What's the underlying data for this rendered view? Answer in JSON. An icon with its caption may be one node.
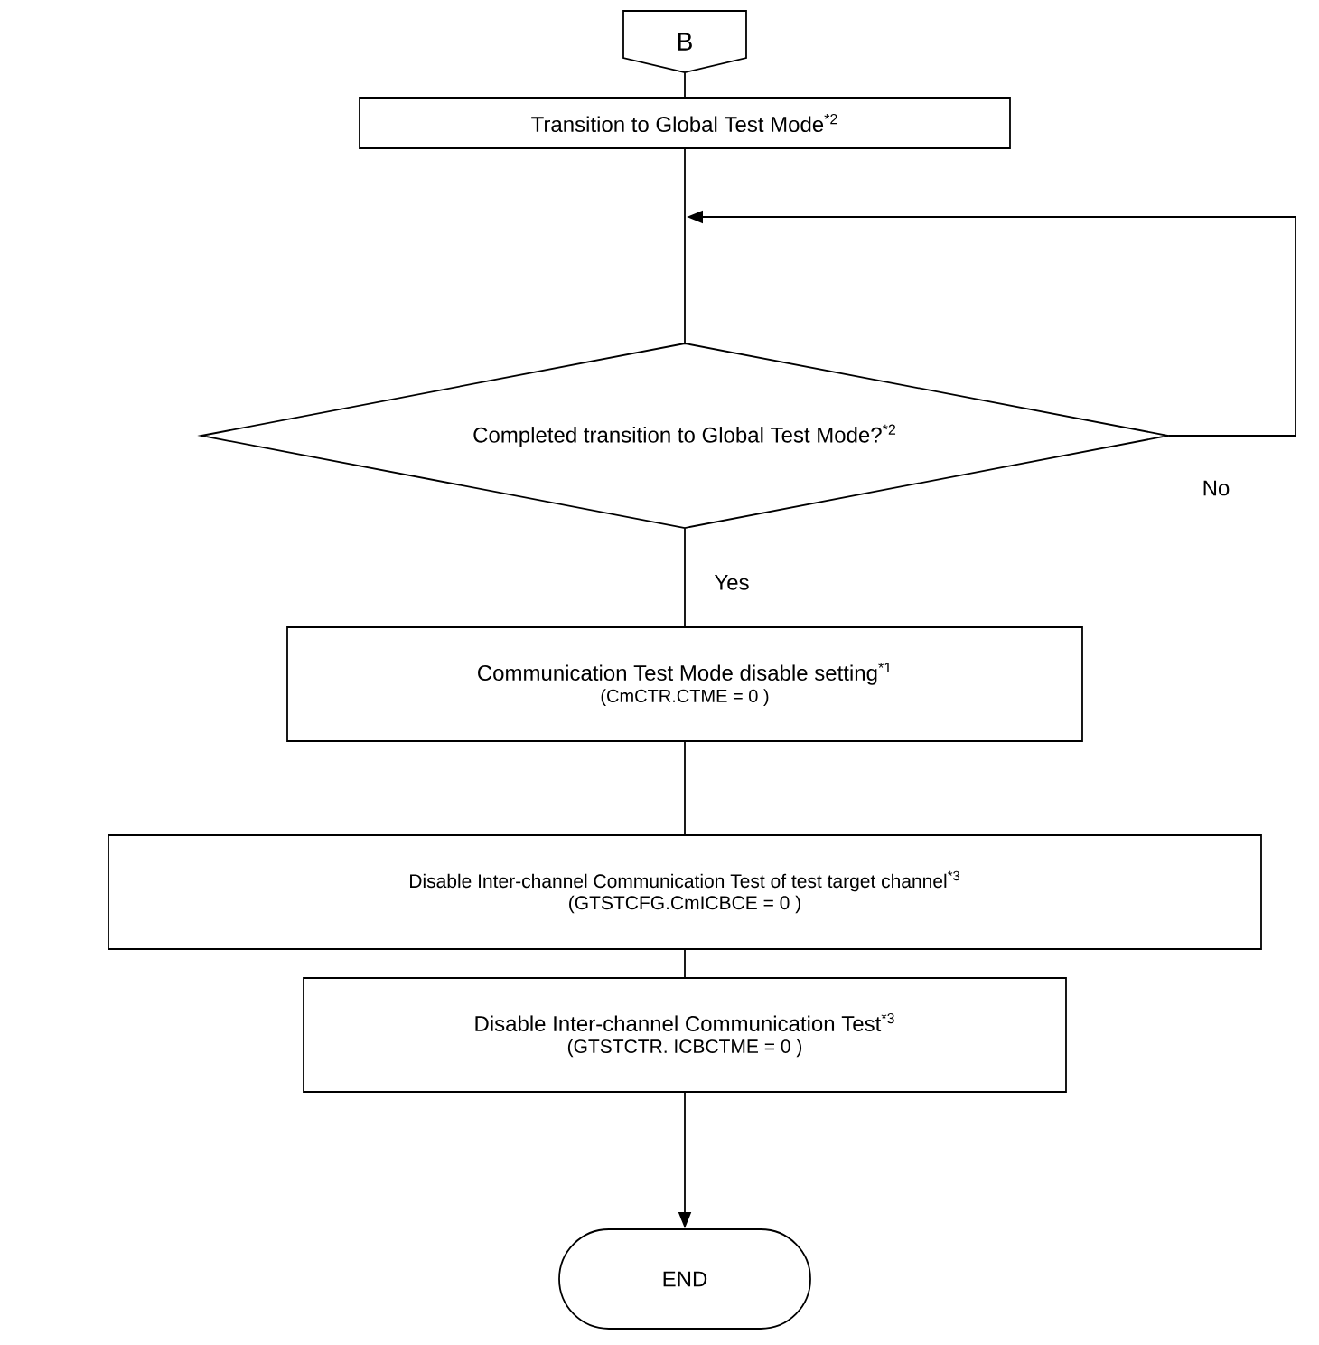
{
  "diagram": {
    "nodes": [
      {
        "text": [
          "B"
        ]
      },
      {
        "text": [
          "Transition to Global Test Mode$^{*2}$"
        ]
      },
      {
        "text": [
          "Completed transition to Global Test Mode?$^{*2}$"
        ]
      },
      {
        "text": [
          "Communication Test Mode disable setting$^{*1}$",
          "(CmCTR.CTME = 0 )"
        ]
      },
      {
        "text": [
          "Disable Inter-channel Communication Test of test target channel$^{*3}$",
          "(GTSTCFG.CmICBCE = 0 )"
        ]
      },
      {
        "text": [
          "Disable Inter-channel Communication Test$^{*3}$",
          "(GTSTCTR. ICBCTME = 0 )"
        ]
      },
      {
        "text": [
          "END"
        ]
      }
    ],
    "edges": [
      {
        "from": 0,
        "to": 1,
        "arrow": "none"
      },
      {
        "from": 1,
        "to": 2,
        "arrow": "none"
      },
      {
        "from": 2,
        "to": null,
        "arrow": "to",
        "label": "No"
      },
      {
        "from": 2,
        "to": 3,
        "arrow": "none",
        "label": "Yes"
      },
      {
        "from": 3,
        "to": 4,
        "arrow": "none"
      },
      {
        "from": 4,
        "to": 5,
        "arrow": "none"
      },
      {
        "from": 5,
        "to": 6,
        "arrow": "to"
      }
    ]
  }
}
